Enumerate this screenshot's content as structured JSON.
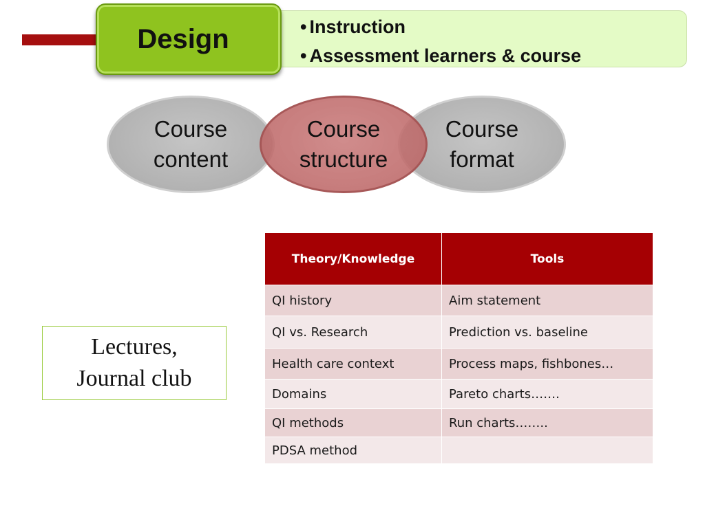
{
  "header": {
    "title": "Design",
    "bullets": [
      "Instruction",
      "Assessment learners & course"
    ],
    "bullet_glyph": "•"
  },
  "ellipses": [
    {
      "label": "Course\ncontent",
      "style": "grey"
    },
    {
      "label": "Course\nstructure",
      "style": "red"
    },
    {
      "label": "Course\nformat",
      "style": "grey"
    }
  ],
  "callout": {
    "text": "Lectures,\nJournal club"
  },
  "table": {
    "headers": [
      "Theory/Knowledge",
      "Tools"
    ],
    "rows": [
      [
        "QI history",
        "Aim statement"
      ],
      [
        "QI vs. Research",
        "Prediction vs. baseline"
      ],
      [
        "Health care context",
        "Process maps, fishbones…"
      ],
      [
        "Domains",
        "Pareto charts……."
      ],
      [
        "QI methods",
        "Run charts…….."
      ],
      [
        "PDSA method",
        ""
      ]
    ]
  },
  "colors": {
    "accent_red": "#a50003",
    "design_green": "#8fc31f",
    "panel_green": "#e4fbc6",
    "ellipse_grey": "#b2b2b2",
    "ellipse_red": "#be6969"
  }
}
